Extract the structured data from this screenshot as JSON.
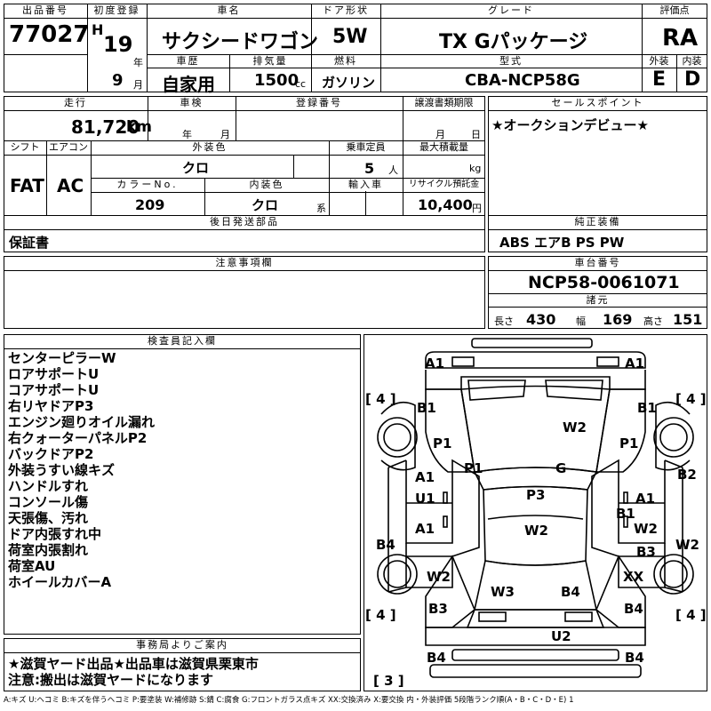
{
  "headers": {
    "lot_number": "出品番号",
    "first_reg": "初度登録",
    "car_name": "車名",
    "door_type": "ドア形状",
    "grade": "グレード",
    "score": "評価点",
    "history": "車歴",
    "displacement": "排気量",
    "fuel": "燃料",
    "model_code": "型式",
    "exterior": "外装",
    "interior": "内装",
    "mileage": "走行",
    "inspection": "車検",
    "registration_no": "登録番号",
    "transfer_deadline": "譲渡書類期限",
    "sales_point": "セールスポイント",
    "shift": "シフト",
    "aircon": "エアコン",
    "ext_color": "外装色",
    "capacity": "乗車定員",
    "max_load": "最大積載量",
    "color_no": "カラーNo.",
    "int_color": "内装色",
    "import": "輸入車",
    "recycle": "リサイクル預託金",
    "later_parts": "後日発送部品",
    "equipment": "純正装備",
    "notes": "注意事項欄",
    "chassis_no": "車台番号",
    "specs": "諸元",
    "inspector": "検査員記入欄",
    "office": "事務局よりご案内"
  },
  "vehicle": {
    "lot_number": "77027",
    "era": "H",
    "year": "19",
    "year_unit": "年",
    "month": "9",
    "month_unit": "月",
    "car_name": "サクシードワゴン",
    "door": "5W",
    "grade": "TX Gパッケージ",
    "score": "RA",
    "history": "自家用",
    "displacement": "1500",
    "displacement_unit": "cc",
    "fuel": "ガソリン",
    "model_code": "CBA-NCP58G",
    "exterior_grade": "E",
    "interior_grade": "D",
    "mileage": "81,720",
    "mileage_unit": "km",
    "inspection_year_unit": "年",
    "inspection_month_unit": "月",
    "transfer_month_unit": "月",
    "transfer_day_unit": "日",
    "sales_point": "★オークションデビュー★",
    "shift": "FAT",
    "aircon": "AC",
    "ext_color": "クロ",
    "capacity": "5",
    "capacity_unit": "人",
    "max_load_unit": "kg",
    "color_no": "209",
    "int_color": "クロ",
    "int_color_unit": "系",
    "recycle": "10,400",
    "recycle_unit": "円",
    "later_parts": "保証書",
    "equipment": "ABS エアB PS PW",
    "chassis_no": "NCP58-0061071",
    "length_label": "長さ",
    "length": "430",
    "width_label": "幅",
    "width": "169",
    "height_label": "高さ",
    "height": "151"
  },
  "inspector_notes": [
    "センターピラーW",
    "ロアサポートU",
    "コアサポートU",
    "右リヤドアP3",
    "エンジン廻りオイル漏れ",
    "右クォーターパネルP2",
    "バックドアP2",
    "外装うすい線キズ",
    "ハンドルすれ",
    "コンソール傷",
    "天張傷、汚れ",
    "ドア内張すれ中",
    "荷室内張割れ",
    "荷室AU",
    "ホイールカバーA"
  ],
  "office_notes": [
    "★滋賀ヤード出品★出品車は滋賀県栗東市",
    "注意:搬出は滋賀ヤードになります"
  ],
  "diagram_marks": {
    "front_l": "A1",
    "front_r": "A1",
    "tire_fl": "[ 4 ]",
    "tire_fr": "[ 4 ]",
    "fender_l_b": "B1",
    "fender_r_b": "B1",
    "fender_l_p": "P1",
    "fender_r_p": "P1",
    "hood": "W2",
    "glass": "G",
    "pillar": "P1",
    "door_fl_a": "A1",
    "door_fl_u": "U1",
    "door_rl_a": "A1",
    "roof": "P3",
    "roof2": "W2",
    "door_fr_a": "A1",
    "door_fr_b": "B1",
    "door_rr_w": "W2",
    "door_rr_b": "B3",
    "side_r_b": "B2",
    "side_r_w": "W2",
    "side_l_b": "B4",
    "qtr_l_w": "W2",
    "qtr_r_x": "XX",
    "rear_w": "W3",
    "rear_b": "B4",
    "tire_rl": "[ 4 ]",
    "tire_rr": "[ 4 ]",
    "bumper_l_b": "B3",
    "bumper_r_b": "B4",
    "rear_u": "U2",
    "rear_bl": "B4",
    "rear_br": "B4",
    "spare": "[ 3 ]"
  },
  "legend": "A:キズ U:ヘコミ B:キズを伴うヘコミ P:要塗装 W:補修跡 S:錆 C:腐食 G:フロントガラス点キズ XX:交換済み X:要交換 内・外装評価 5段階ランク順(A・B・C・D・E) 1"
}
